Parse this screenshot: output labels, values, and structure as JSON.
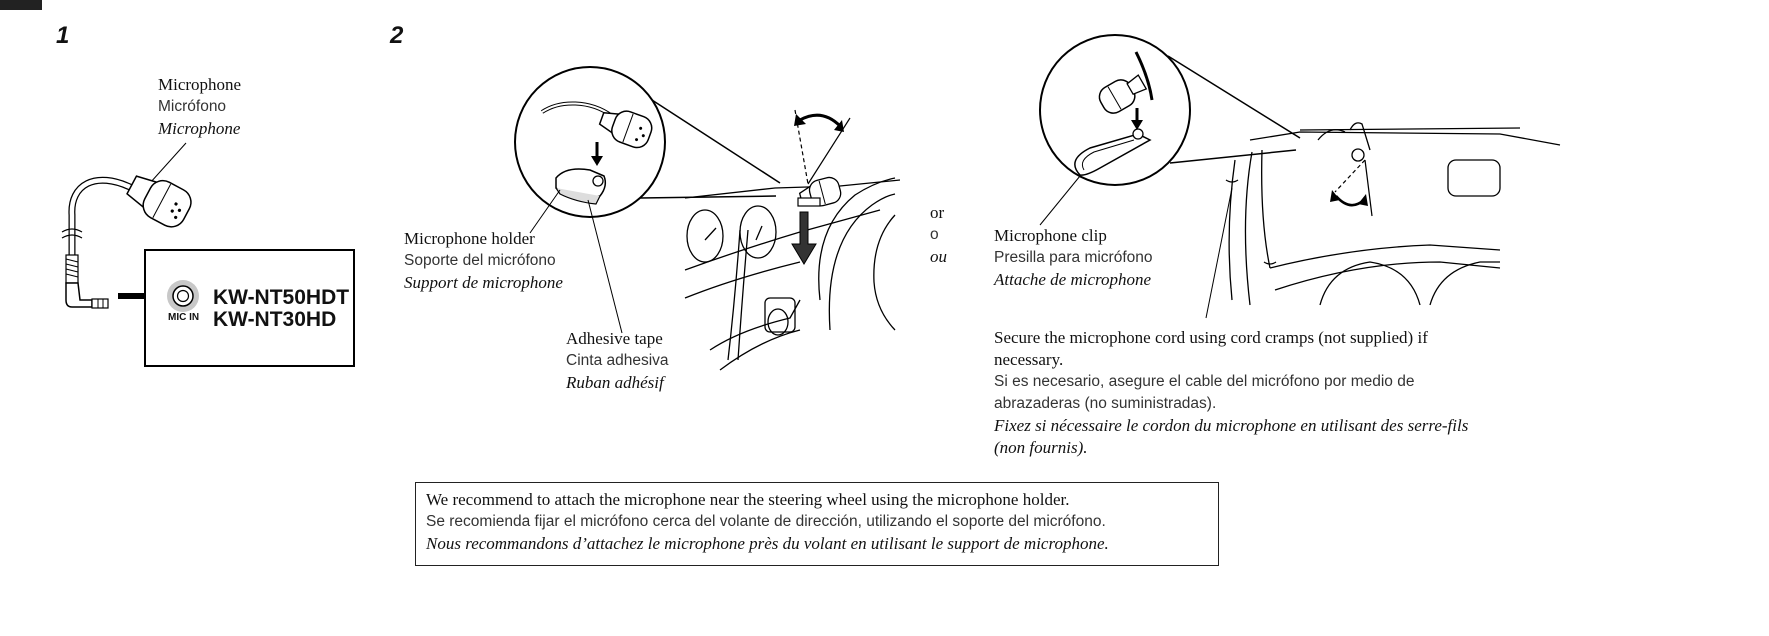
{
  "steps": {
    "step1": "1",
    "step2": "2"
  },
  "microphone_label": {
    "en": "Microphone",
    "es": "Micrófono",
    "fr": "Microphone"
  },
  "device": {
    "jack_label": "MIC IN",
    "model_1": "KW-NT50HDT",
    "model_2": "KW-NT30HD"
  },
  "holder_label": {
    "en": "Microphone holder",
    "es": "Soporte del micrófono",
    "fr": "Support de microphone"
  },
  "tape_label": {
    "en": "Adhesive tape",
    "es": "Cinta adhesiva",
    "fr": "Ruban adhésif"
  },
  "or_label": {
    "en": "or",
    "es": "o",
    "fr": "ou"
  },
  "clip_label": {
    "en": "Microphone clip",
    "es": "Presilla para micrófono",
    "fr": "Attache de microphone"
  },
  "cord_note": {
    "en_1": "Secure the microphone cord using cord cramps (not supplied) if",
    "en_2": "necessary.",
    "es_1": "Si es necesario, asegure el cable del micrófono por medio de",
    "es_2": "abrazaderas (no suministradas).",
    "fr_1": "Fixez si nécessaire le cordon du microphone en utilisant des serre-fils",
    "fr_2": "(non fournis)."
  },
  "recommendation": {
    "en": "We recommend to attach the microphone near the steering wheel using the microphone holder.",
    "es": "Se recomienda fijar el micrófono cerca del volante de dirección, utilizando el soporte del micrófono.",
    "fr": "Nous recommandons d’attachez le microphone près du volant en utilisant le support de microphone."
  }
}
